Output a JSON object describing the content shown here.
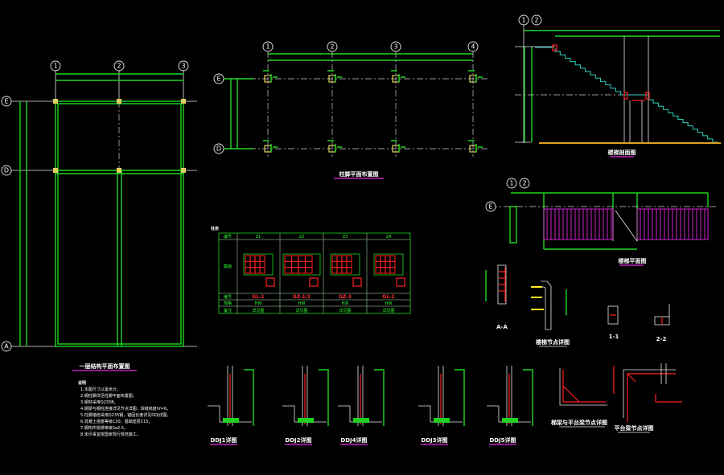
{
  "plan_first_floor": {
    "title": "一层结构平面布置图",
    "axes_x": [
      "1",
      "2",
      "3"
    ],
    "axes_y": [
      "E",
      "D",
      "A"
    ],
    "notes_heading": "说明",
    "notes": [
      "1.本图尺寸以毫米计。",
      "2.钢柱脚详见柱脚平面布置图。",
      "3.钢材采用Q235B。",
      "4.钢梁与钢柱连接详见节点详图，焊缝高度hf=6。",
      "5.柱脚锚栓采用Q235钢，锚固长度详见DDJ详图，",
      "6.混凝土强度等级C30，基础垫层C15，",
      "7.钢构件除锈等级Sa2.5。",
      "8.未尽事宜按国家现行规范施工。"
    ]
  },
  "plan_column_base": {
    "title": "柱脚平面布置图",
    "axes_x": [
      "1",
      "2",
      "3",
      "4"
    ],
    "axes_y": [
      "E",
      "D"
    ]
  },
  "stair_section": {
    "title": "楼梯剖面图",
    "axes": [
      "1",
      "2"
    ]
  },
  "stair_plan": {
    "title": "楼梯平面图",
    "axes": [
      "1",
      "2"
    ],
    "axis_y": "E"
  },
  "column_table": {
    "title": "柱表",
    "row_labels": [
      "编号",
      "截面",
      "编号",
      "规格",
      "备注"
    ],
    "columns": [
      {
        "id": "Z1",
        "name": "GL-1",
        "spec": "HW",
        "note": "详见图"
      },
      {
        "id": "Z2",
        "name": "GZ-1/2",
        "spec": "HW",
        "note": "详见图"
      },
      {
        "id": "Z3",
        "name": "GZ-3",
        "spec": "HW",
        "note": "详见图"
      },
      {
        "id": "Z4",
        "name": "GL-2",
        "spec": "HW",
        "note": "详见图"
      }
    ]
  },
  "details": {
    "ddj": [
      "DDJ1详图",
      "DDJ2详图",
      "DDJ4详图",
      "DDJ3详图",
      "DDJ5详图"
    ],
    "sections": [
      "A-A",
      "1-1",
      "2-2"
    ],
    "stair_node": "楼梯节点详图",
    "beam_node": "梯梁与平台梁节点详图",
    "platform_node": "平台梁节点详图"
  }
}
